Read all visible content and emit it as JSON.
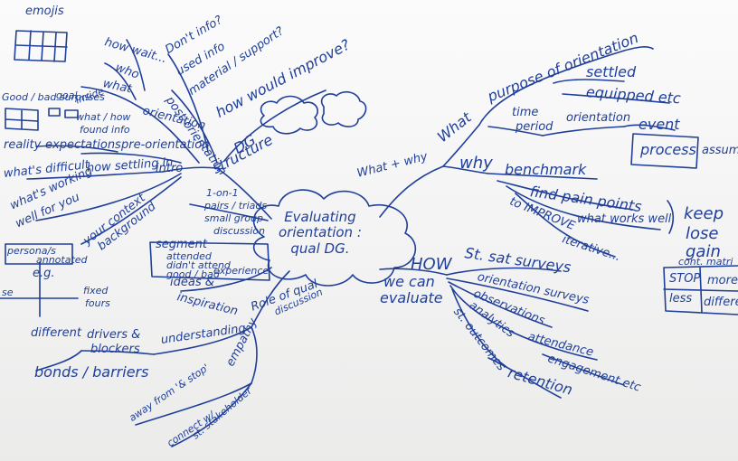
{
  "colors": {
    "ink": "#1f3f9a",
    "board": "#f6f6f5"
  },
  "center": [
    "Evaluating",
    "orientation :",
    "qual DG."
  ],
  "branches": {
    "what_why": "What + why",
    "what": "What",
    "purpose": "purpose of orientation",
    "settled": "settled",
    "equipped": "equipped etc",
    "time": "time",
    "period": "period",
    "orientation_r": "orientation",
    "event": "event",
    "process": "process",
    "assume": "assum",
    "why": "why",
    "benchmark": "benchmark",
    "find_pain": "find pain points",
    "to_improve": "to IMPROVE",
    "whats_works": "what works well",
    "iterative": "iterative...",
    "keep": "keep",
    "lose": "lose",
    "gain": "gain",
    "matrix_title": "cont. matri",
    "matrix_cells": [
      "STOP",
      "more",
      "less",
      "differe"
    ],
    "how": "HOW",
    "we_can": "we can",
    "evaluate": "evaluate",
    "st_surveys": "St. sat surveys",
    "orient_surveys": "orientation surveys",
    "observations": "observations",
    "analytics": "analytics",
    "attendance": "attendance",
    "engagement": "engagement etc",
    "st_outcomes": "st. outcomes",
    "retention": "retention",
    "role": "Role of qual",
    "discussion": "discussion",
    "understanding": "understanding",
    "drivers": "drivers &",
    "blockers": "blockers",
    "bonds": "bonds / barriers",
    "away_from": "away from '& stop'",
    "empathy": "empathy",
    "connect": "connect w/",
    "stakeholder": "st. stakeholder",
    "ideas": "ideas &",
    "inspiration": "inspiration",
    "dg_structure": "DG",
    "structure": "structure",
    "one_on_one": "1-on-1",
    "pairs": "pairs / triads",
    "small_group": "small group",
    "discussion_s": "discussion",
    "segment": "segment",
    "attended": "attended",
    "didnt_attend": "didn't attend",
    "good_bad": "good / bad",
    "experience": "experience",
    "intro": "intro",
    "pre_orientation": "pre-orientation",
    "expectations": "expectations",
    "reality": "reality",
    "whats_difficult": "what's difficult",
    "how_settling": "how settling in",
    "whats_working": "what's working",
    "well_for_you": "well for you",
    "your_context": "your context",
    "background": "background",
    "orientation_l": "orientation",
    "what_how": "what / how",
    "found_info": "found info",
    "what_l": "what",
    "who": "who",
    "how_wait": "how wait...",
    "post_orientation": "post-orientation",
    "how_improve": "how would improve?",
    "dont_info": "Don't info?",
    "used_info": "used info",
    "material": "material / support?",
    "good_bad_surprises": "Good / bad surprises",
    "goal": "goal",
    "inside": "inside",
    "emojis": "emojis",
    "persona": "persona/s",
    "annotated": "annotated",
    "e_g": "e.g.",
    "fixed": "fixed",
    "fours": "fours",
    "different": "different",
    "se": "se"
  }
}
